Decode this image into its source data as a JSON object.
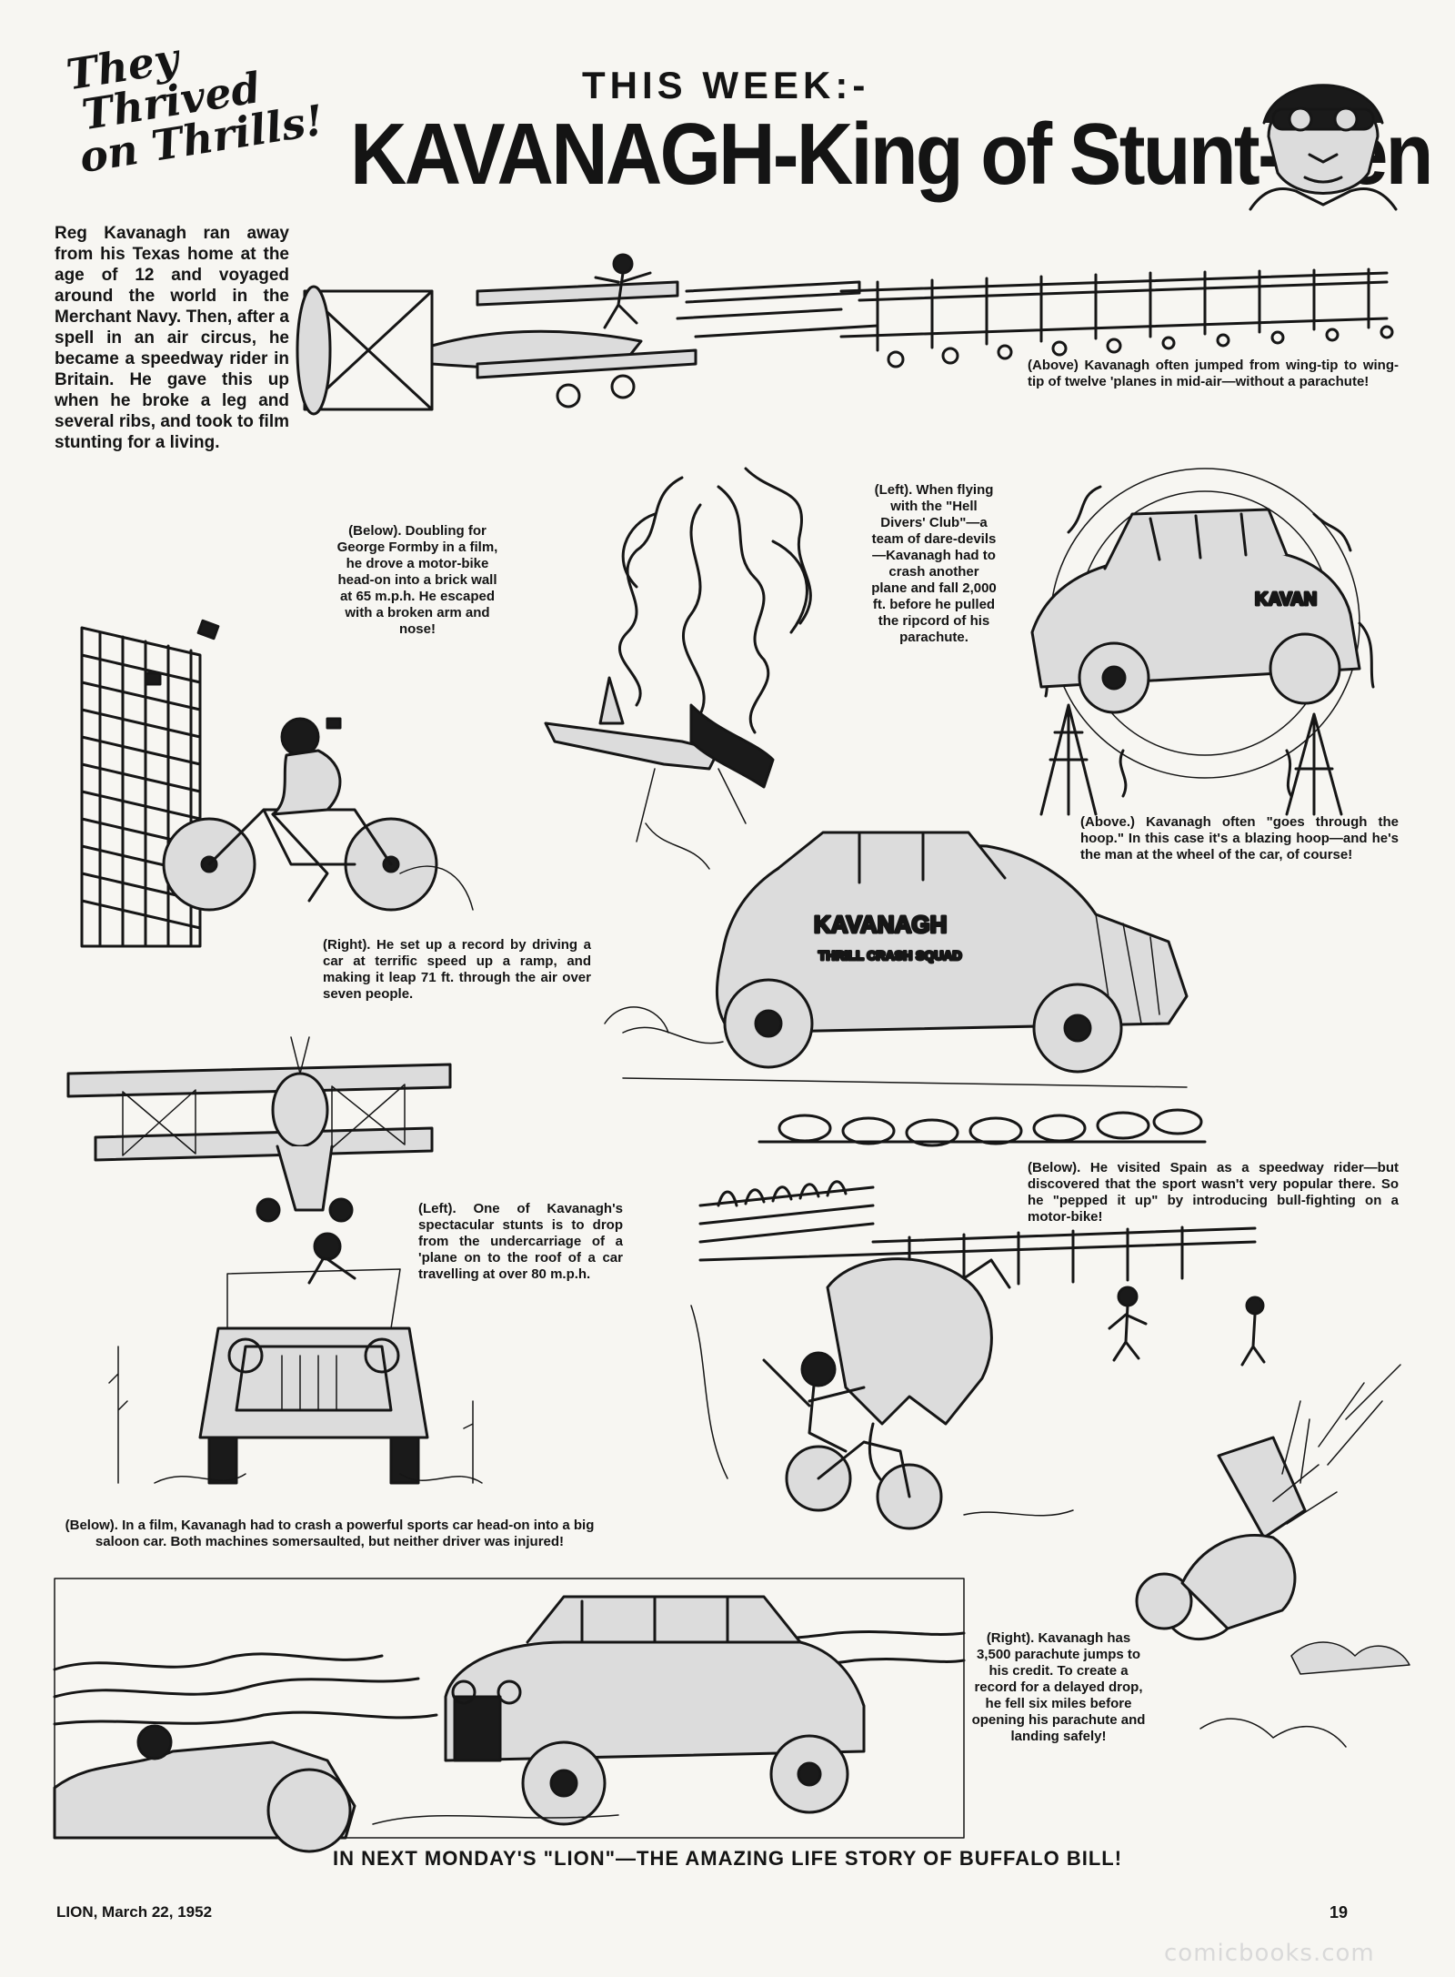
{
  "header": {
    "script_title": [
      "They",
      "Thrived",
      "on Thrills!"
    ],
    "this_week": "THIS WEEK:-",
    "main_title": "KAVANAGH-King of Stunt-Men"
  },
  "intro": "Reg Kavanagh ran away from his Texas home at the age of 12 and voyaged around the world in the Merchant Navy. Then, after a spell in an air circus, he became a speedway rider in Britain. He gave this up when he broke a leg and several ribs, and took to film stunting for a living.",
  "captions": {
    "wing_walk": "(Above) Kavanagh often jumped from wing-tip to wing-tip of twelve 'planes in mid-air—without a parachute!",
    "formby": "(Below). Doubling for George Formby in a film, he drove a motor-bike head-on into a brick wall at 65 m.p.h. He escaped with a broken arm and nose!",
    "hell_divers": "(Left). When flying with the \"Hell Divers' Club\"—a team of dare-devils—Kavanagh had to crash another plane and fall 2,000 ft. before he pulled the ripcord of his parachute.",
    "hoop": "(Above.) Kavanagh often \"goes through the hoop.\" In this case it's a blazing hoop—and he's the man at the wheel of the car, of course!",
    "ramp": "(Right). He set up a record by driving a car at terrific speed up a ramp, and making it leap 71 ft. through the air over seven people.",
    "undercarriage": "(Left). One of Kavanagh's spectacular stunts is to drop from the undercarriage of a 'plane on to the roof of a car travelling at over 80 m.p.h.",
    "spain": "(Below). He visited Spain as a speedway rider—but discovered that the sport wasn't very popular there. So he \"pepped it up\" by introducing bull-fighting on a motor-bike!",
    "saloon": "(Below). In a film, Kavanagh had to crash a powerful sports car head-on into a big saloon car. Both machines somersaulted, but neither driver was injured!",
    "parachute": "(Right). Kavanagh has 3,500 parachute jumps to his credit. To create a record for a delayed drop, he fell six miles before opening his parachute and landing safely!"
  },
  "art_text": {
    "hoop_car": "KAVAN",
    "ramp_car": "KAVANAGH",
    "ramp_car_sub": "THRILL CRASH SQUAD"
  },
  "footer": {
    "banner": "IN NEXT MONDAY'S \"LION\"—THE AMAZING LIFE STORY OF BUFFALO BILL!",
    "issue": "LION, March 22, 1952",
    "page_number": "19",
    "watermark": "comicbooks.com"
  }
}
